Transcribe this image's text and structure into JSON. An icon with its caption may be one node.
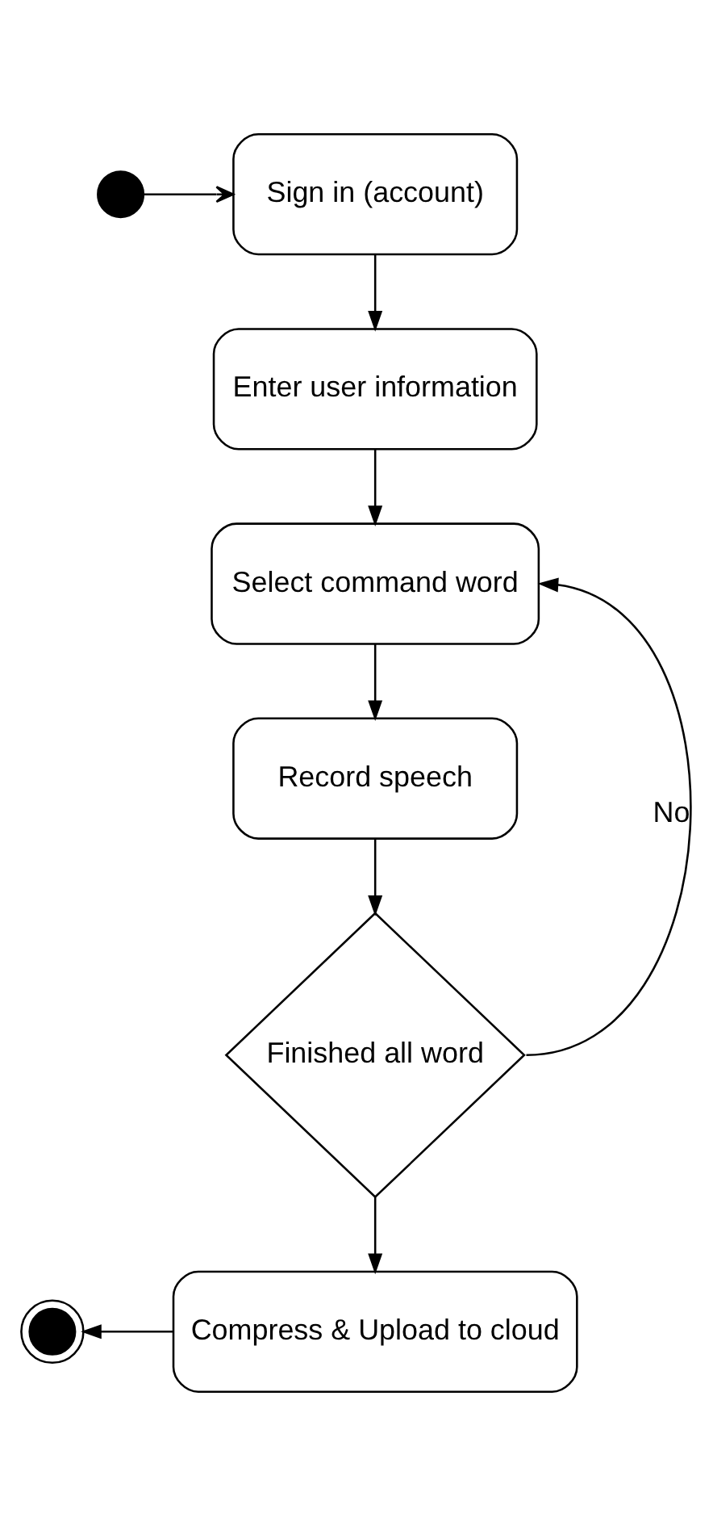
{
  "diagram": {
    "nodes": [
      {
        "text": [],
        "shape": "circle"
      },
      {
        "text": [
          "Sign in (account)"
        ]
      },
      {
        "text": [
          "Enter user information"
        ]
      },
      {
        "text": [
          "Select command word"
        ]
      },
      {
        "text": [
          "Record speech"
        ]
      },
      {
        "text": [
          "Finished all word"
        ]
      },
      {
        "text": [
          "Compress & Upload to cloud"
        ]
      },
      {
        "text": [],
        "shape": "circle"
      }
    ],
    "edges": [
      {
        "from": 0,
        "to": 1,
        "arrow": "to"
      },
      {
        "from": 1,
        "to": 2,
        "arrow": "to"
      },
      {
        "from": 2,
        "to": 3,
        "arrow": "to"
      },
      {
        "from": 3,
        "to": 4,
        "arrow": "to"
      },
      {
        "from": 4,
        "to": 5,
        "arrow": "to"
      },
      {
        "from": 5,
        "to": 3,
        "label": "No",
        "arrow": "to"
      },
      {
        "from": 5,
        "to": 6,
        "arrow": "to"
      },
      {
        "from": 6,
        "to": 7,
        "arrow": "to"
      }
    ]
  }
}
